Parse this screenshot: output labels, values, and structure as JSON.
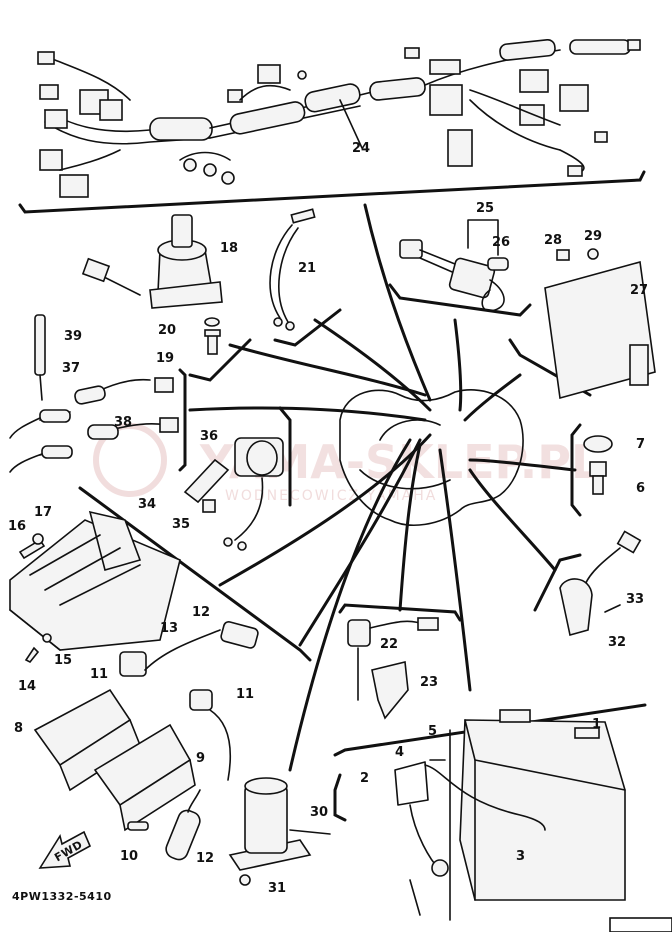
{
  "callouts": [
    "1",
    "2",
    "3",
    "4",
    "5",
    "6",
    "7",
    "8",
    "9",
    "10",
    "11",
    "11",
    "12",
    "12",
    "13",
    "14",
    "15",
    "16",
    "17",
    "18",
    "19",
    "20",
    "21",
    "22",
    "23",
    "24",
    "25",
    "26",
    "27",
    "28",
    "29",
    "30",
    "31",
    "32",
    "33",
    "34",
    "35",
    "36",
    "37",
    "38",
    "39"
  ],
  "caption": "4PW1332-5410",
  "fwd_label": "FWD",
  "watermark": {
    "main": "YAMA-SKLEP.PL",
    "sub": "WODNECOWICZ   YAMAHA"
  }
}
